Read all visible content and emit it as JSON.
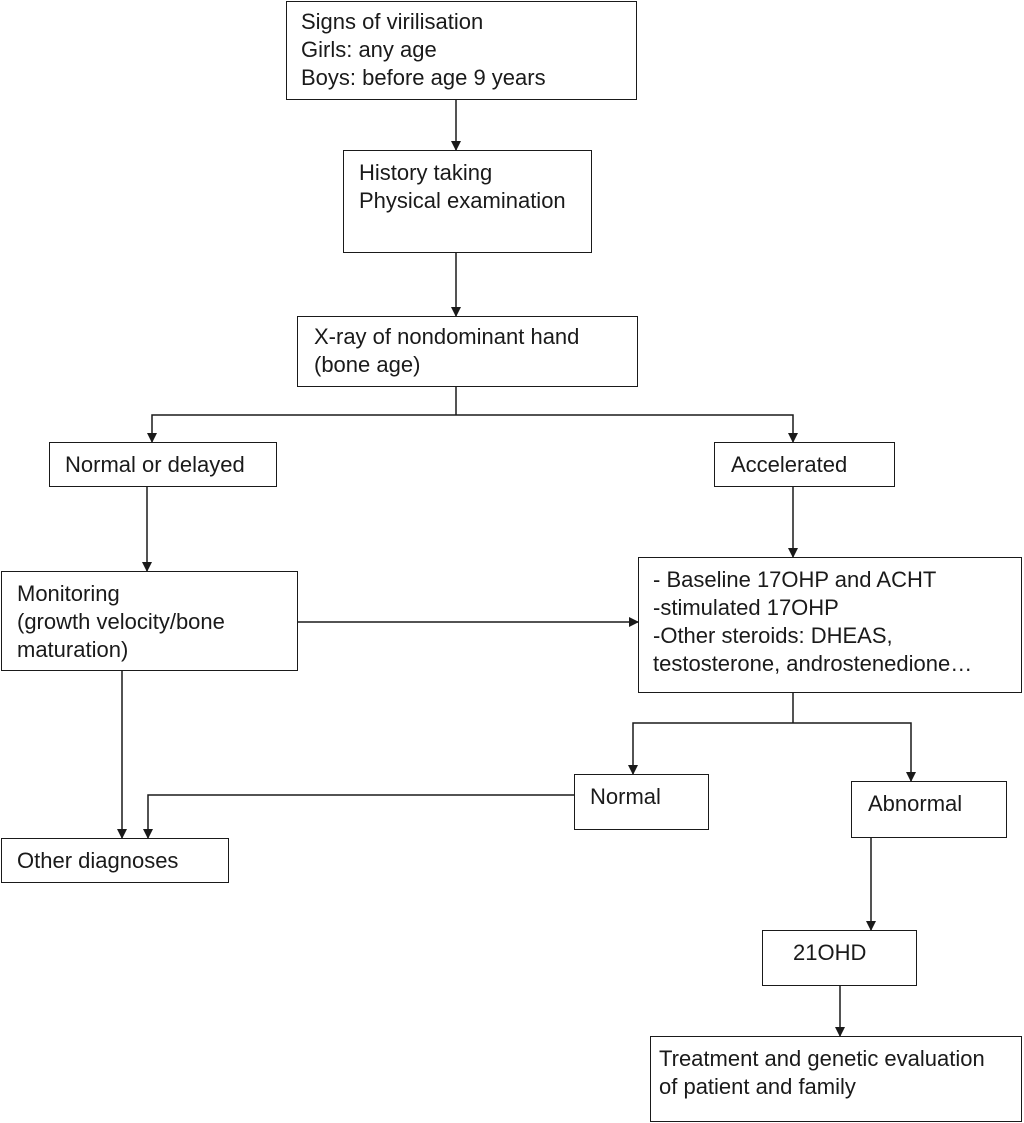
{
  "flowchart": {
    "start": {
      "lines": [
        "Signs of virilisation",
        "Girls: any age",
        "Boys: before age 9 years"
      ]
    },
    "history": {
      "lines": [
        "History taking",
        "Physical examination"
      ]
    },
    "xray": {
      "lines": [
        "X-ray of nondominant hand",
        "(bone age)"
      ]
    },
    "normal_delayed": {
      "lines": [
        "Normal or delayed"
      ]
    },
    "accelerated": {
      "lines": [
        "Accelerated"
      ]
    },
    "monitoring": {
      "lines": [
        "Monitoring",
        "(growth velocity/bone",
        "maturation)"
      ]
    },
    "tests": {
      "lines": [
        "- Baseline 17OHP and ACHT",
        "-stimulated 17OHP",
        "-Other steroids: DHEAS,",
        "testosterone, androstenedione…"
      ]
    },
    "normal": {
      "lines": [
        "Normal"
      ]
    },
    "abnormal": {
      "lines": [
        "Abnormal"
      ]
    },
    "other_diagnoses": {
      "lines": [
        "Other diagnoses"
      ]
    },
    "ohd": {
      "lines": [
        "21OHD"
      ]
    },
    "treatment": {
      "lines": [
        "Treatment and genetic evaluation",
        "of patient and family"
      ]
    }
  }
}
